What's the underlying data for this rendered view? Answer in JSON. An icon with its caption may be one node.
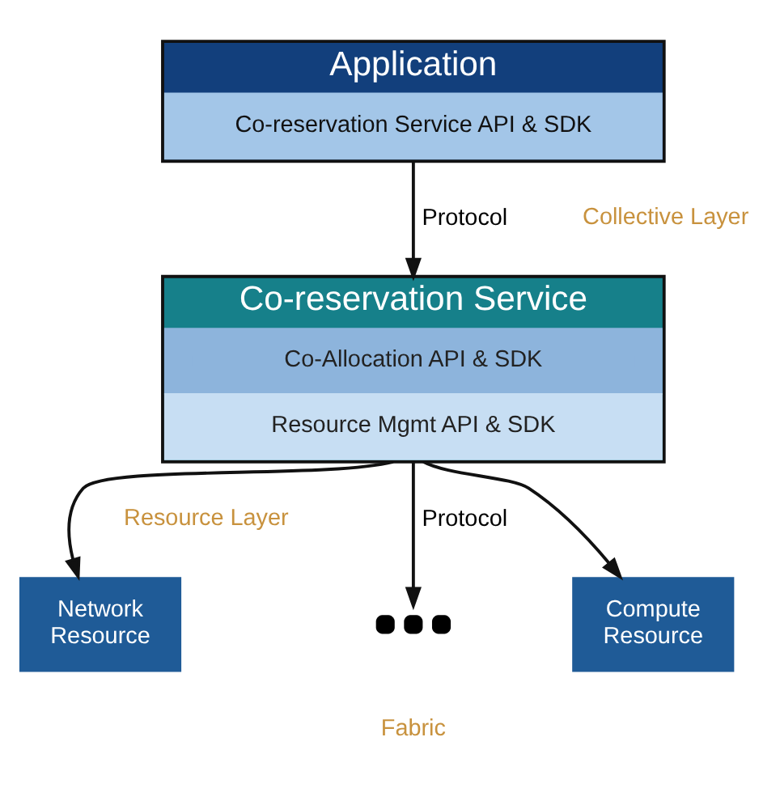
{
  "diagram": {
    "nodes": [
      {
        "text": [
          "Application"
        ]
      },
      {
        "text": [
          "Co-reservation Service API & SDK"
        ],
        "in": 0
      },
      {
        "text": [
          "Co-reservation Service"
        ]
      },
      {
        "text": [
          "Co-Allocation API & SDK"
        ],
        "in": 2
      },
      {
        "text": [
          "Resource Mgmt API & SDK"
        ],
        "in": 2
      },
      {
        "text": [
          "Network Resource"
        ]
      },
      {
        "text": [],
        "shape": "dots"
      },
      {
        "text": [
          "Compute Resource"
        ]
      }
    ],
    "edges": [
      {
        "from": 0,
        "to": 2,
        "arrow": "to",
        "label": "Protocol"
      },
      {
        "from": 2,
        "to": 5,
        "arrow": "to"
      },
      {
        "from": 2,
        "to": 6,
        "arrow": "to",
        "label": "Protocol"
      },
      {
        "from": 2,
        "to": 7,
        "arrow": "to"
      }
    ],
    "labels": [
      "Collective Layer",
      "Resource Layer",
      "Fabric"
    ]
  }
}
